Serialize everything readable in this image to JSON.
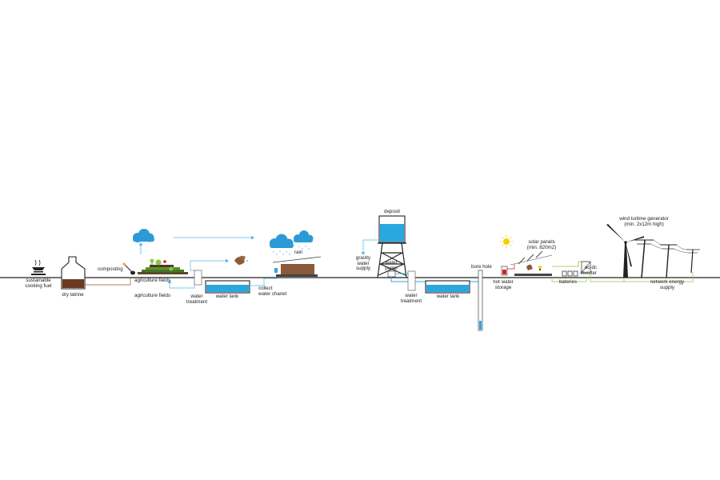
{
  "colors": {
    "water": "#29a8e0",
    "water_line": "#55b8e6",
    "ground": "#222222",
    "waste": "#6b3a1f",
    "energy": "#8cc63f",
    "cloud": "#2b9ad6",
    "sun": "#f5d000",
    "heater": "#d81e2c"
  },
  "labels": {
    "cooking_fuel": "sustainable\ncooking fuel",
    "dry_latrine": "dry latrine",
    "composting": "composting",
    "agri_fields_top": "agriculture fields",
    "agri_fields_bottom": "agriculture fields",
    "water_treatment_1": "water\ntreatment",
    "water_tank_1": "water tank",
    "rain": "rain",
    "collect_channel": "collect\nwater chanel",
    "deposit": "deposit",
    "gravity_supply": "gravity\nwater\nsupply",
    "water_pump": "water\npump",
    "water_treatment_2": "water\ntreatment",
    "water_tank_2": "water tank",
    "bore_hole": "bore hole",
    "hot_water": "hot water\nstorage",
    "solar_panels": "solar panels\n(min. 820m2)",
    "bateries": "bateries",
    "inverter": "ac-dc\ninverter",
    "wind_turbine": "wind turbine generator\n(min. 2x12m high)",
    "network_supply": "network energy\nsupply"
  },
  "icons": [
    "cooking-pot-icon",
    "shovel-icon",
    "cloud-icon",
    "arrow-right-icon",
    "hand-washing-icon",
    "sun-icon",
    "wind-turbine-icon",
    "power-pylon-icon"
  ]
}
